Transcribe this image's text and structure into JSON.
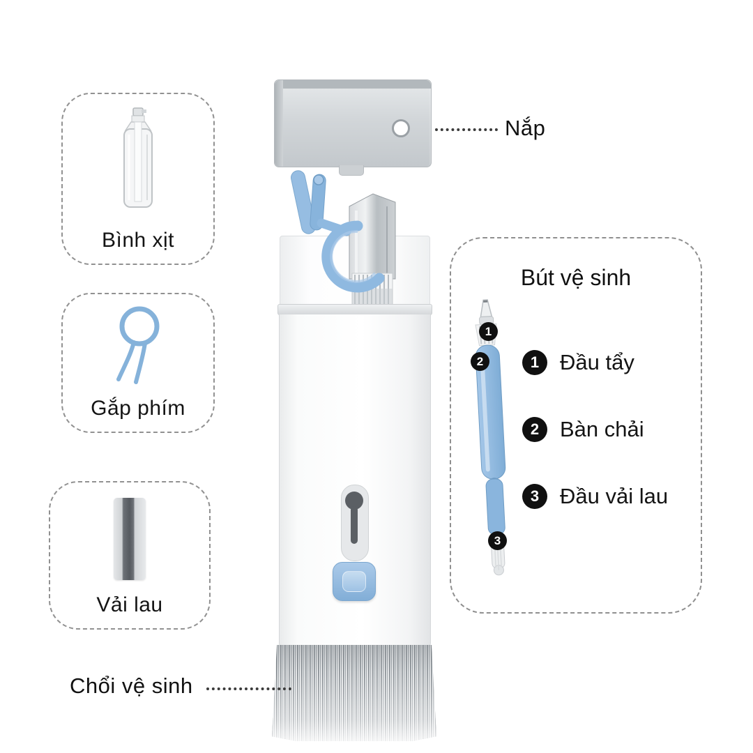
{
  "colors": {
    "accent_blue": "#8ab5dd",
    "light_blue": "#aecdec",
    "metal_gray": "#c3c8cc",
    "text": "#141414",
    "dashed_border": "#919191",
    "badge_black": "#101010"
  },
  "callouts": {
    "cap": {
      "label": "Nắp"
    },
    "spray_bottle": {
      "label": "Bình xịt"
    },
    "keycap_puller": {
      "label": "Gắp phím"
    },
    "cloth": {
      "label": "Vải lau"
    },
    "brush": {
      "label": "Chổi vệ sinh"
    }
  },
  "pen_panel": {
    "title": "Bút vệ sinh",
    "items": [
      {
        "num": "1",
        "label": "Đầu tẩy"
      },
      {
        "num": "2",
        "label": "Bàn chải"
      },
      {
        "num": "3",
        "label": "Đầu vải lau"
      }
    ]
  }
}
